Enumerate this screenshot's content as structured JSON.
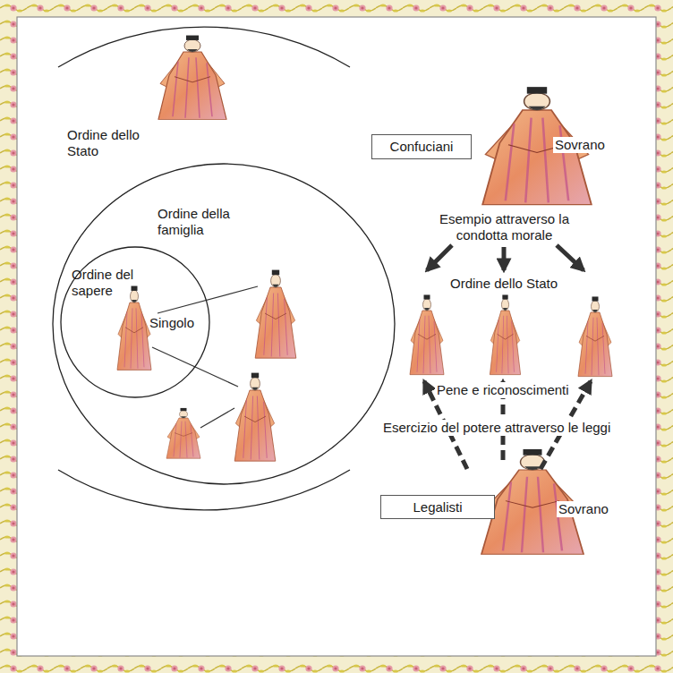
{
  "diagram": {
    "nodes": [
      {
        "text": [
          "Ordine dello Stato"
        ]
      },
      {
        "text": [
          "Ordine della famiglia"
        ],
        "in": 0
      },
      {
        "text": [
          "Ordine del sapere",
          "Singolo"
        ],
        "in": 1
      },
      {
        "text": [
          "Confuciani"
        ]
      },
      {
        "text": [
          "Legalisti"
        ]
      }
    ],
    "labels": [
      "Sovrano",
      "Esempio attraverso la condotta morale",
      "Ordine dello Stato",
      "Pene e riconoscimenti",
      "Esercizio del potere attraverso le leggi",
      "Sovrano"
    ]
  }
}
